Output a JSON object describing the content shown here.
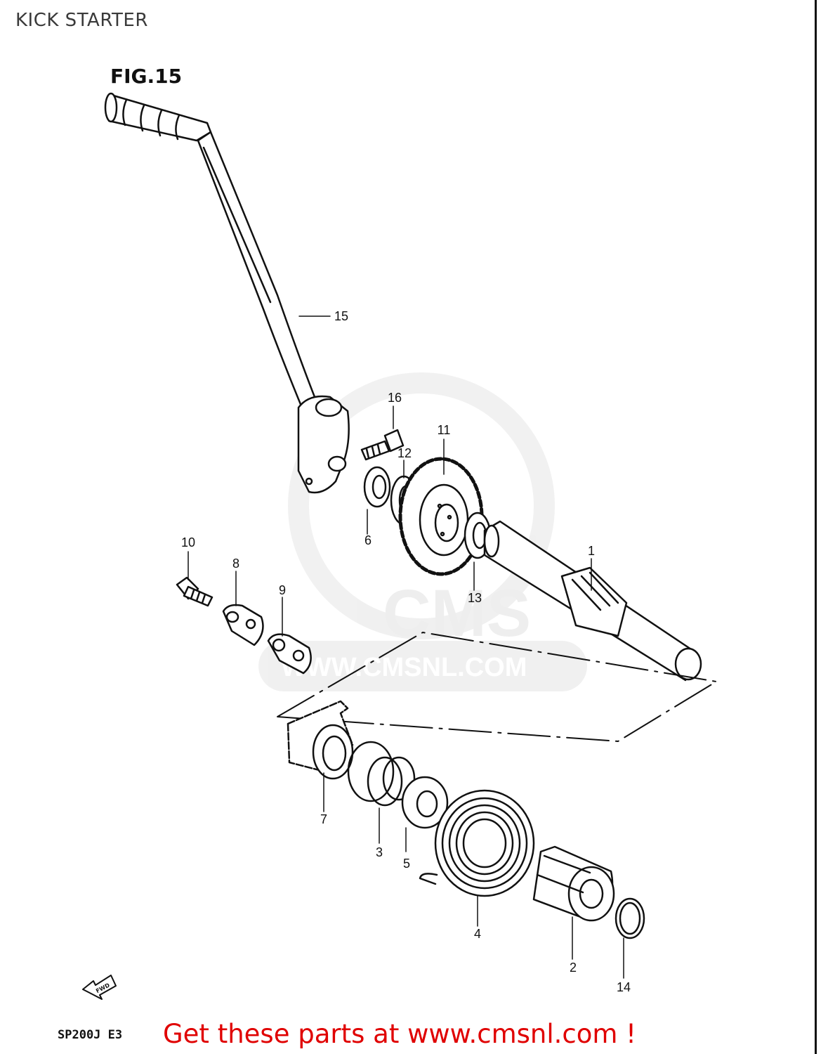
{
  "page": {
    "title": "KICK STARTER",
    "figure_label": "FIG.15",
    "model_code": "SP200J  E3",
    "fwd_label": "FWD",
    "cta": "Get these parts at www.cmsnl.com !"
  },
  "watermark": {
    "logo_text": "CMS",
    "url_text": "WWW.CMSNL.COM"
  },
  "callouts": [
    "1",
    "2",
    "3",
    "4",
    "5",
    "6",
    "7",
    "8",
    "9",
    "10",
    "11",
    "12",
    "13",
    "14",
    "15",
    "16"
  ],
  "colors": {
    "cta": "#e00000",
    "ink": "#111111",
    "watermark": "#ededed"
  }
}
